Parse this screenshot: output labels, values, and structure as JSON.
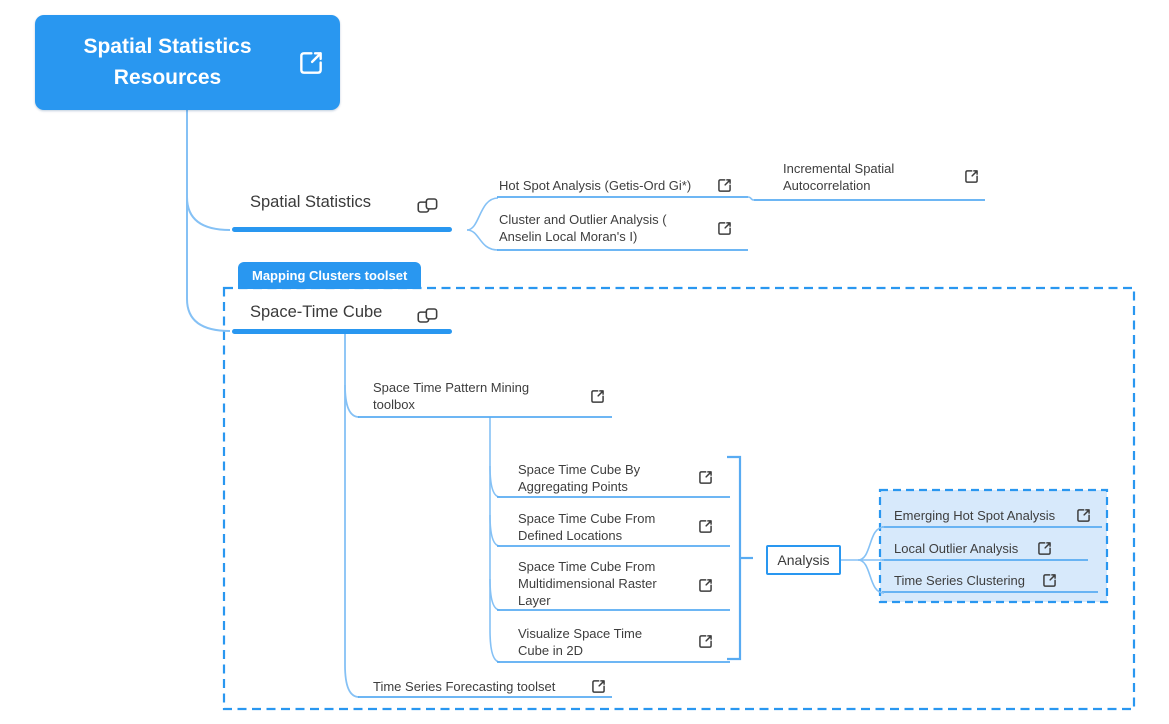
{
  "colors": {
    "primary_blue": "#2997f0",
    "connector_light_blue": "#85c1f5",
    "underline_blue": "#58abf2",
    "summary_box_fill": "#d7e9fb",
    "text": "#3e3e3e"
  },
  "root": {
    "label": "Spatial Statistics Resources",
    "icon": "external-link"
  },
  "boundary": {
    "label": "Mapping Clusters toolset"
  },
  "nodes": {
    "spatial_statistics": {
      "label": "Spatial Statistics",
      "icon": "copy"
    },
    "hot_spot": {
      "label": "Hot Spot Analysis (Getis-Ord Gi*)",
      "icon": "external-link"
    },
    "incremental": {
      "label": "Incremental Spatial Autocorrelation",
      "icon": "external-link"
    },
    "cluster_outlier": {
      "label": "Cluster and Outlier Analysis ( Anselin Local Moran's I)",
      "icon": "external-link"
    },
    "space_time_cube": {
      "label": "Space-Time Cube",
      "icon": "copy"
    },
    "pattern_mining": {
      "label": "Space Time Pattern Mining toolbox",
      "icon": "external-link"
    },
    "cube_aggregating": {
      "label": "Space Time Cube By Aggregating Points",
      "icon": "external-link"
    },
    "cube_defined": {
      "label": "Space Time Cube From Defined Locations",
      "icon": "external-link"
    },
    "cube_raster": {
      "label": "Space Time Cube From Multidimensional Raster Layer",
      "icon": "external-link"
    },
    "visualize_2d": {
      "label": "Visualize Space Time Cube in 2D",
      "icon": "external-link"
    },
    "forecasting": {
      "label": "Time Series Forecasting toolset",
      "icon": "external-link"
    },
    "analysis": {
      "label": "Analysis"
    },
    "emerging_hot_spot": {
      "label": "Emerging Hot Spot Analysis",
      "icon": "external-link"
    },
    "local_outlier": {
      "label": "Local Outlier Analysis",
      "icon": "external-link"
    },
    "time_series_clustering": {
      "label": "Time Series Clustering",
      "icon": "external-link"
    }
  }
}
